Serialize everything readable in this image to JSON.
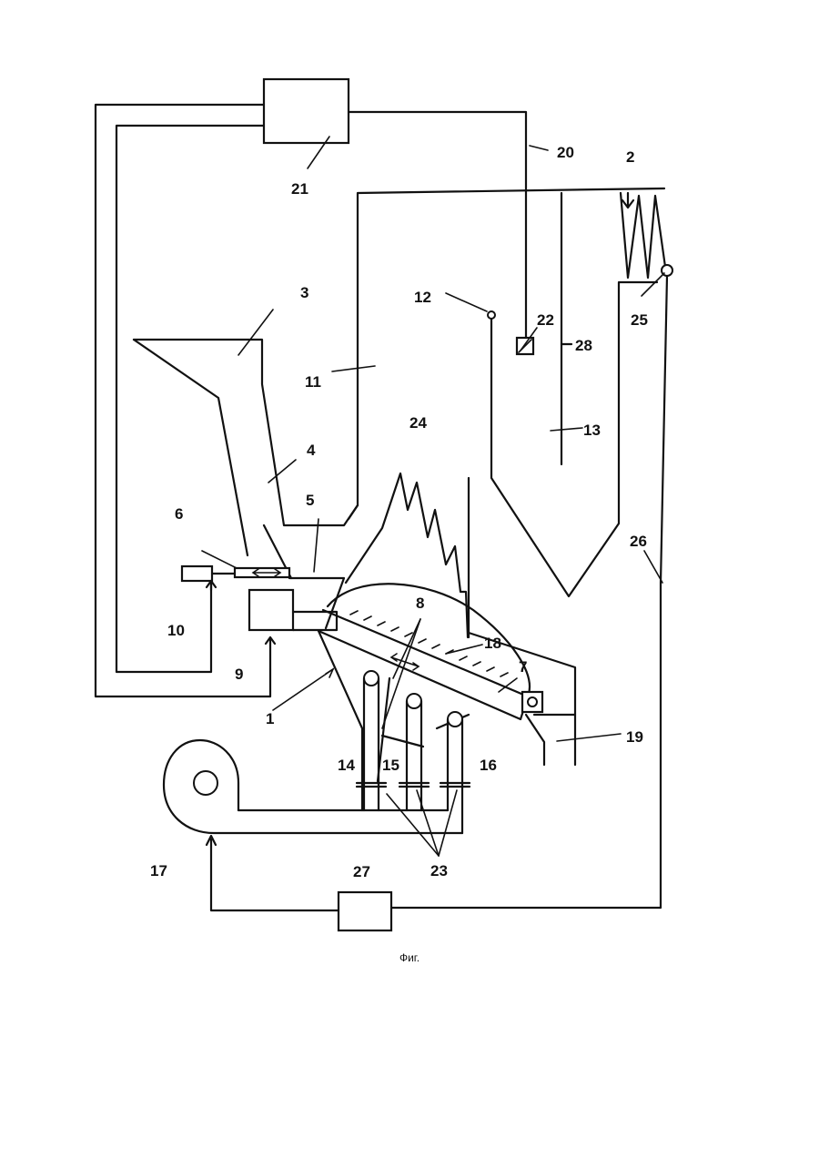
{
  "labels": {
    "n1": "1",
    "n2": "2",
    "n3": "3",
    "n4": "4",
    "n5": "5",
    "n6": "6",
    "n7": "7",
    "n8": "8",
    "n9": "9",
    "n10": "10",
    "n11": "11",
    "n12": "12",
    "n13": "13",
    "n14": "14",
    "n15": "15",
    "n16": "16",
    "n17": "17",
    "n18": "18",
    "n19": "19",
    "n20": "20",
    "n21": "21",
    "n22": "22",
    "n23": "23",
    "n24": "24",
    "n25": "25",
    "n26": "26",
    "n27": "27",
    "n28": "28"
  },
  "caption": "Фиг."
}
